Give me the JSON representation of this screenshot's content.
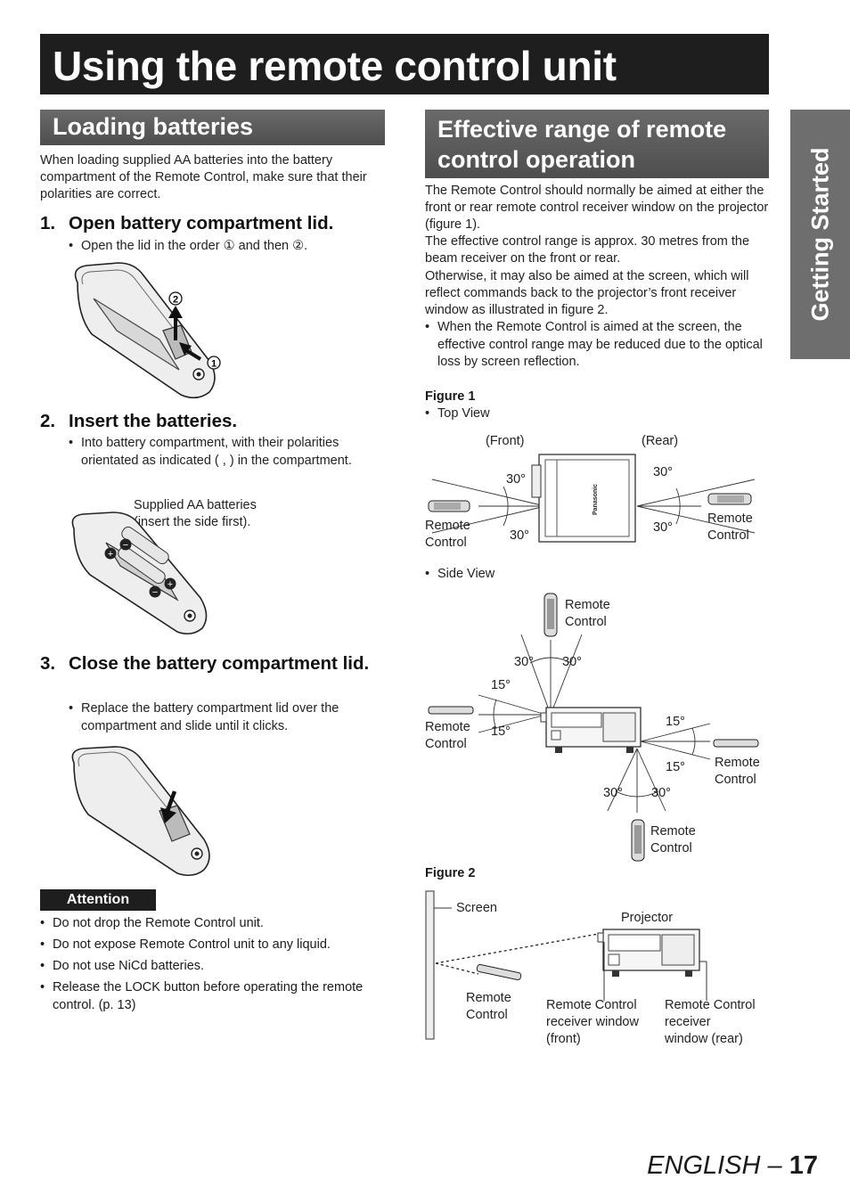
{
  "title": "Using the remote control unit",
  "side_tab": "Getting Started",
  "loading": {
    "heading": "Loading batteries",
    "intro": "When loading supplied AA batteries into the battery compartment of the Remote Control, make sure that their polarities are correct.",
    "step1": {
      "num": "1.",
      "title": "Open battery compartment lid.",
      "bullet": "Open the lid in the order ① and then ②."
    },
    "step1_marks": {
      "one": "1",
      "two": "2"
    },
    "step2": {
      "num": "2.",
      "title": "Insert the batteries.",
      "bullet": "Into battery compartment, with their polarities orientated as indicated (    ,    ) in the compartment."
    },
    "step2_caption": {
      "line1": "Supplied AA batteries",
      "line2": "(insert the      side first)."
    },
    "step3": {
      "num": "3.",
      "title": "Close the battery compartment lid.",
      "bullet": "Replace the battery compartment lid over the compartment and slide until it clicks."
    }
  },
  "attention": {
    "label": "Attention",
    "items": [
      "Do not drop the Remote Control unit.",
      "Do not expose Remote Control unit to any liquid.",
      "Do not use NiCd batteries.",
      "Release the LOCK button before operating the remote control. (p. 13)"
    ]
  },
  "range": {
    "heading_line1": "Effective range of remote",
    "heading_line2": "control operation",
    "para1": "The Remote Control should normally be aimed at either the front or rear remote control receiver window on the projector (figure 1).",
    "para2": "The effective control range is approx. 30 metres from the beam receiver on the front or rear.",
    "para3": "Otherwise, it may also be aimed at the screen, which will reflect commands back to the projector’s front receiver window as illustrated in figure 2.",
    "bullet": "When the Remote Control is aimed at the screen, the effective control range may be reduced due to the optical loss by screen reflection."
  },
  "figure1": {
    "label": "Figure 1",
    "top_view": "Top View",
    "front": "(Front)",
    "rear": "(Rear)",
    "brand": "Panasonic",
    "remote_line1": "Remote",
    "remote_line2": "Control",
    "deg30": "30°",
    "deg15": "15°",
    "side_view": "Side View"
  },
  "figure2": {
    "label": "Figure 2",
    "screen": "Screen",
    "projector": "Projector",
    "remote_line1": "Remote",
    "remote_line2": "Control",
    "front_window": [
      "Remote Control",
      "receiver window",
      "(front)"
    ],
    "rear_window": [
      "Remote Control",
      "receiver",
      "window (rear)"
    ]
  },
  "footer": {
    "lang": "ENGLISH",
    "sep": " – ",
    "page": "17"
  }
}
